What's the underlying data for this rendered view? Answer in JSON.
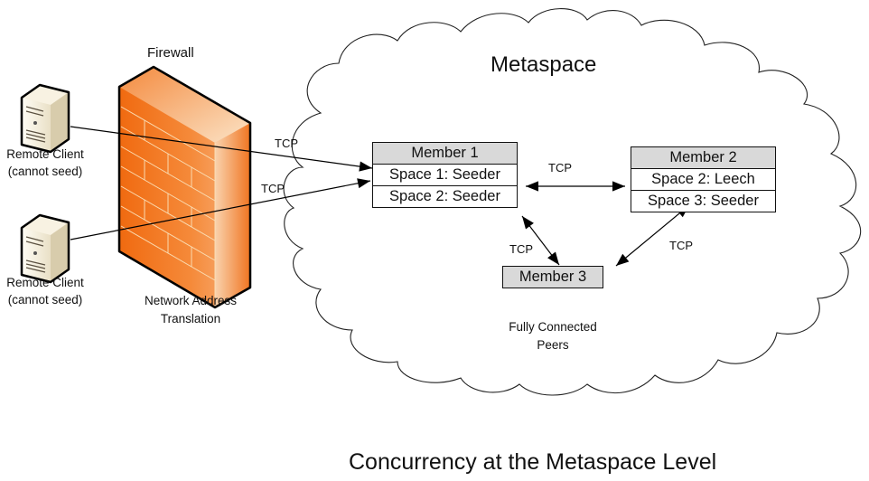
{
  "diagram": {
    "caption": "Concurrency at the Metaspace Level",
    "cloud_title": "Metaspace",
    "firewall": {
      "label": "Firewall",
      "sublabel_line1": "Network Address",
      "sublabel_line2": "Translation",
      "colors": {
        "face": "#f47a20",
        "highlight": "#f9d9b0",
        "outline": "#000000",
        "mortar": "#fbe0b8"
      }
    },
    "clients": [
      {
        "line1": "Remote Client",
        "line2": "(cannot seed)",
        "icon": "server-icon"
      },
      {
        "line1": "Remote Client",
        "line2": "(cannot seed)",
        "icon": "server-icon"
      }
    ],
    "members": [
      {
        "name": "Member 1",
        "spaces": [
          "Space 1: Seeder",
          "Space 2: Seeder"
        ]
      },
      {
        "name": "Member 2",
        "spaces": [
          "Space 2: Leech",
          "Space 3: Seeder"
        ]
      },
      {
        "name": "Member 3",
        "spaces": []
      }
    ],
    "connections": [
      {
        "from": "Remote Client 1",
        "to": "Member 1",
        "label": "TCP",
        "direction": "one-way"
      },
      {
        "from": "Remote Client 2",
        "to": "Member 1",
        "label": "TCP",
        "direction": "one-way"
      },
      {
        "from": "Member 1",
        "to": "Member 2",
        "label": "TCP",
        "direction": "two-way"
      },
      {
        "from": "Member 1",
        "to": "Member 3",
        "label": "TCP",
        "direction": "two-way"
      },
      {
        "from": "Member 2",
        "to": "Member 3",
        "label": "TCP",
        "direction": "two-way"
      }
    ],
    "peers_note_line1": "Fully Connected",
    "peers_note_line2": "Peers",
    "colors": {
      "member_header": "#d9d9d9",
      "line": "#000000"
    }
  }
}
